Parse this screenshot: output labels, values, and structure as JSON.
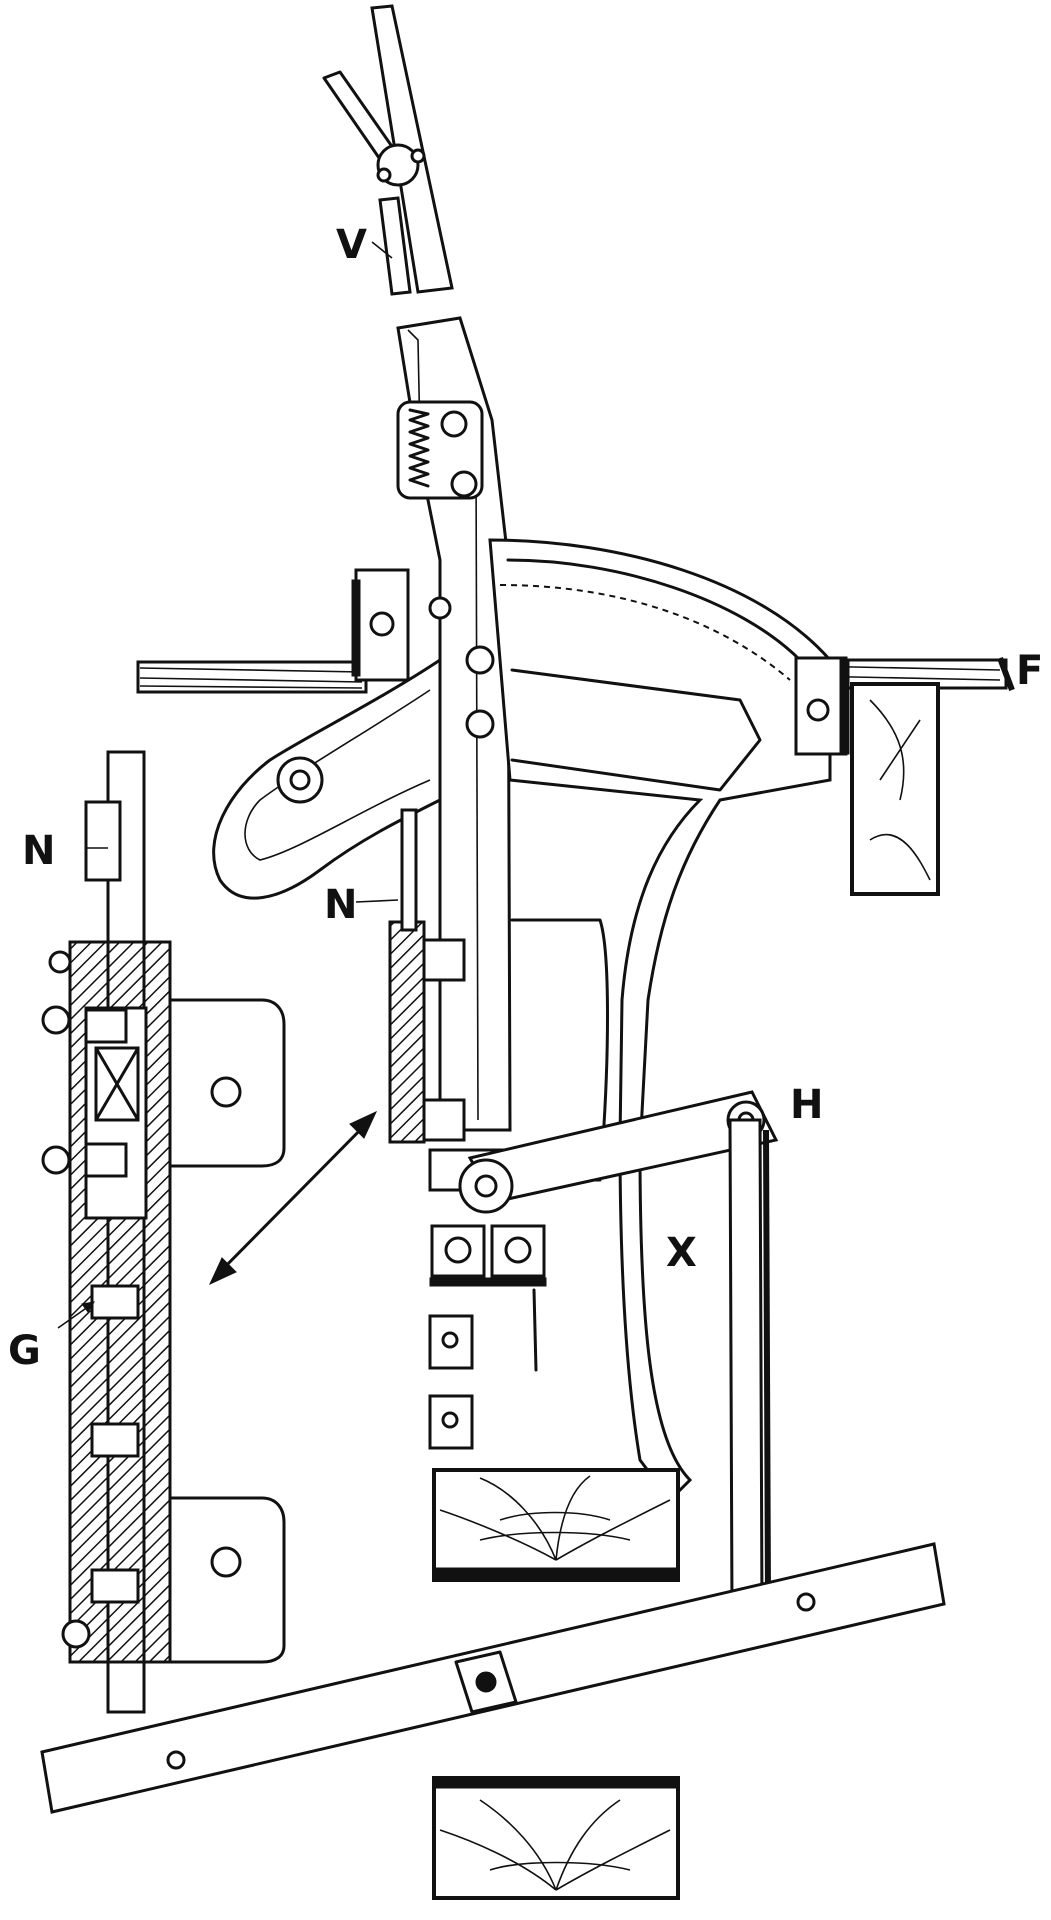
{
  "figure": {
    "labels": {
      "V": "V",
      "F": "F",
      "N_upper": "N",
      "N_lower": "N",
      "H": "H",
      "X": "X",
      "G": "G"
    }
  }
}
